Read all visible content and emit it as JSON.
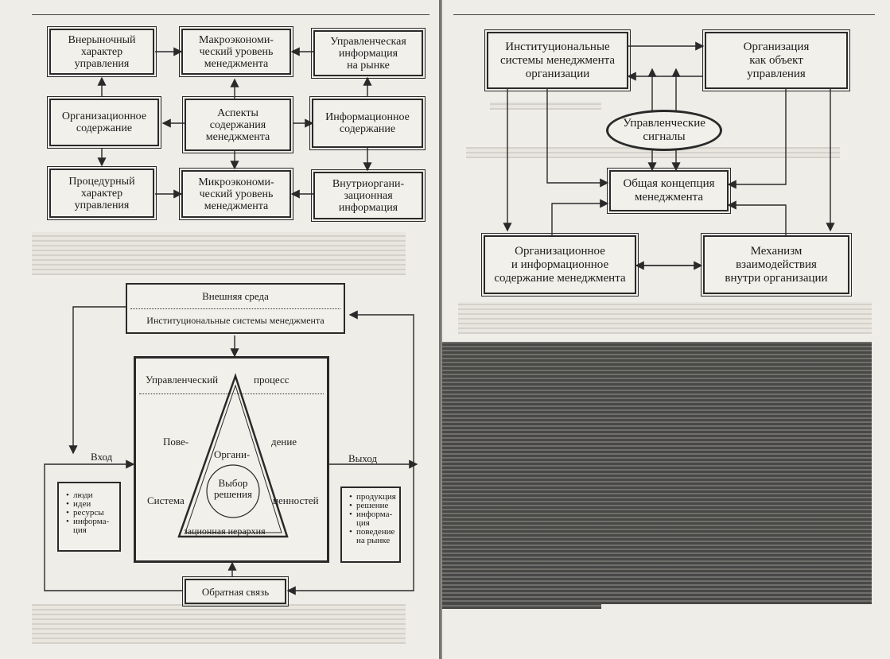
{
  "top_diagram": {
    "nonmarket": "Внерыночный\nхарактер\nуправления",
    "macro": "Макроэкономи-\nческий уровень\nменеджмента",
    "mgmt_info_market": "Управленческая\nинформация\nна рынке",
    "org_content": "Организационное\nсодержание",
    "aspects": "Аспекты\nсодержания\nменеджмента",
    "info_content": "Информационное\nсодержание",
    "procedural": "Процедурный\nхарактер\nуправления",
    "micro": "Микроэкономи-\nческий уровень\nменеджмента",
    "intra_info": "Внутриоргани-\nзационная\nинформация"
  },
  "system_diagram": {
    "external_env": "Внешняя среда",
    "institutional": "Институциональные системы менеджмента",
    "process_left": "Управленческий",
    "process_right": "процесс",
    "behavior_left": "Пове-",
    "behavior_right": "дение",
    "org_hierarchy_top": "Органи-",
    "org_hierarchy_bottom": "зационная иерархия",
    "decision": "Выбор\nрешения",
    "system_word": "Система",
    "values_word": "ценностей",
    "input_label": "Вход",
    "output_label": "Выход",
    "inputs": [
      "люди",
      "идеи",
      "ресурсы",
      "информа-\nция"
    ],
    "outputs": [
      "продукция",
      "решение",
      "информа-\nция",
      "поведение\nна рынке"
    ],
    "feedback": "Обратная связь"
  },
  "right_diagram": {
    "institutional": "Институциональные\nсистемы менеджмента\nорганизации",
    "org_object": "Организация\nкак объект\nуправления",
    "signals": "Управленческие\nсигналы",
    "concept": "Общая концепция\nменеджмента",
    "org_info_content": "Организационное\nи информационное\nсодержание менеджмента",
    "mechanism": "Механизм\nвзаимодействия\nвнутри организации"
  }
}
